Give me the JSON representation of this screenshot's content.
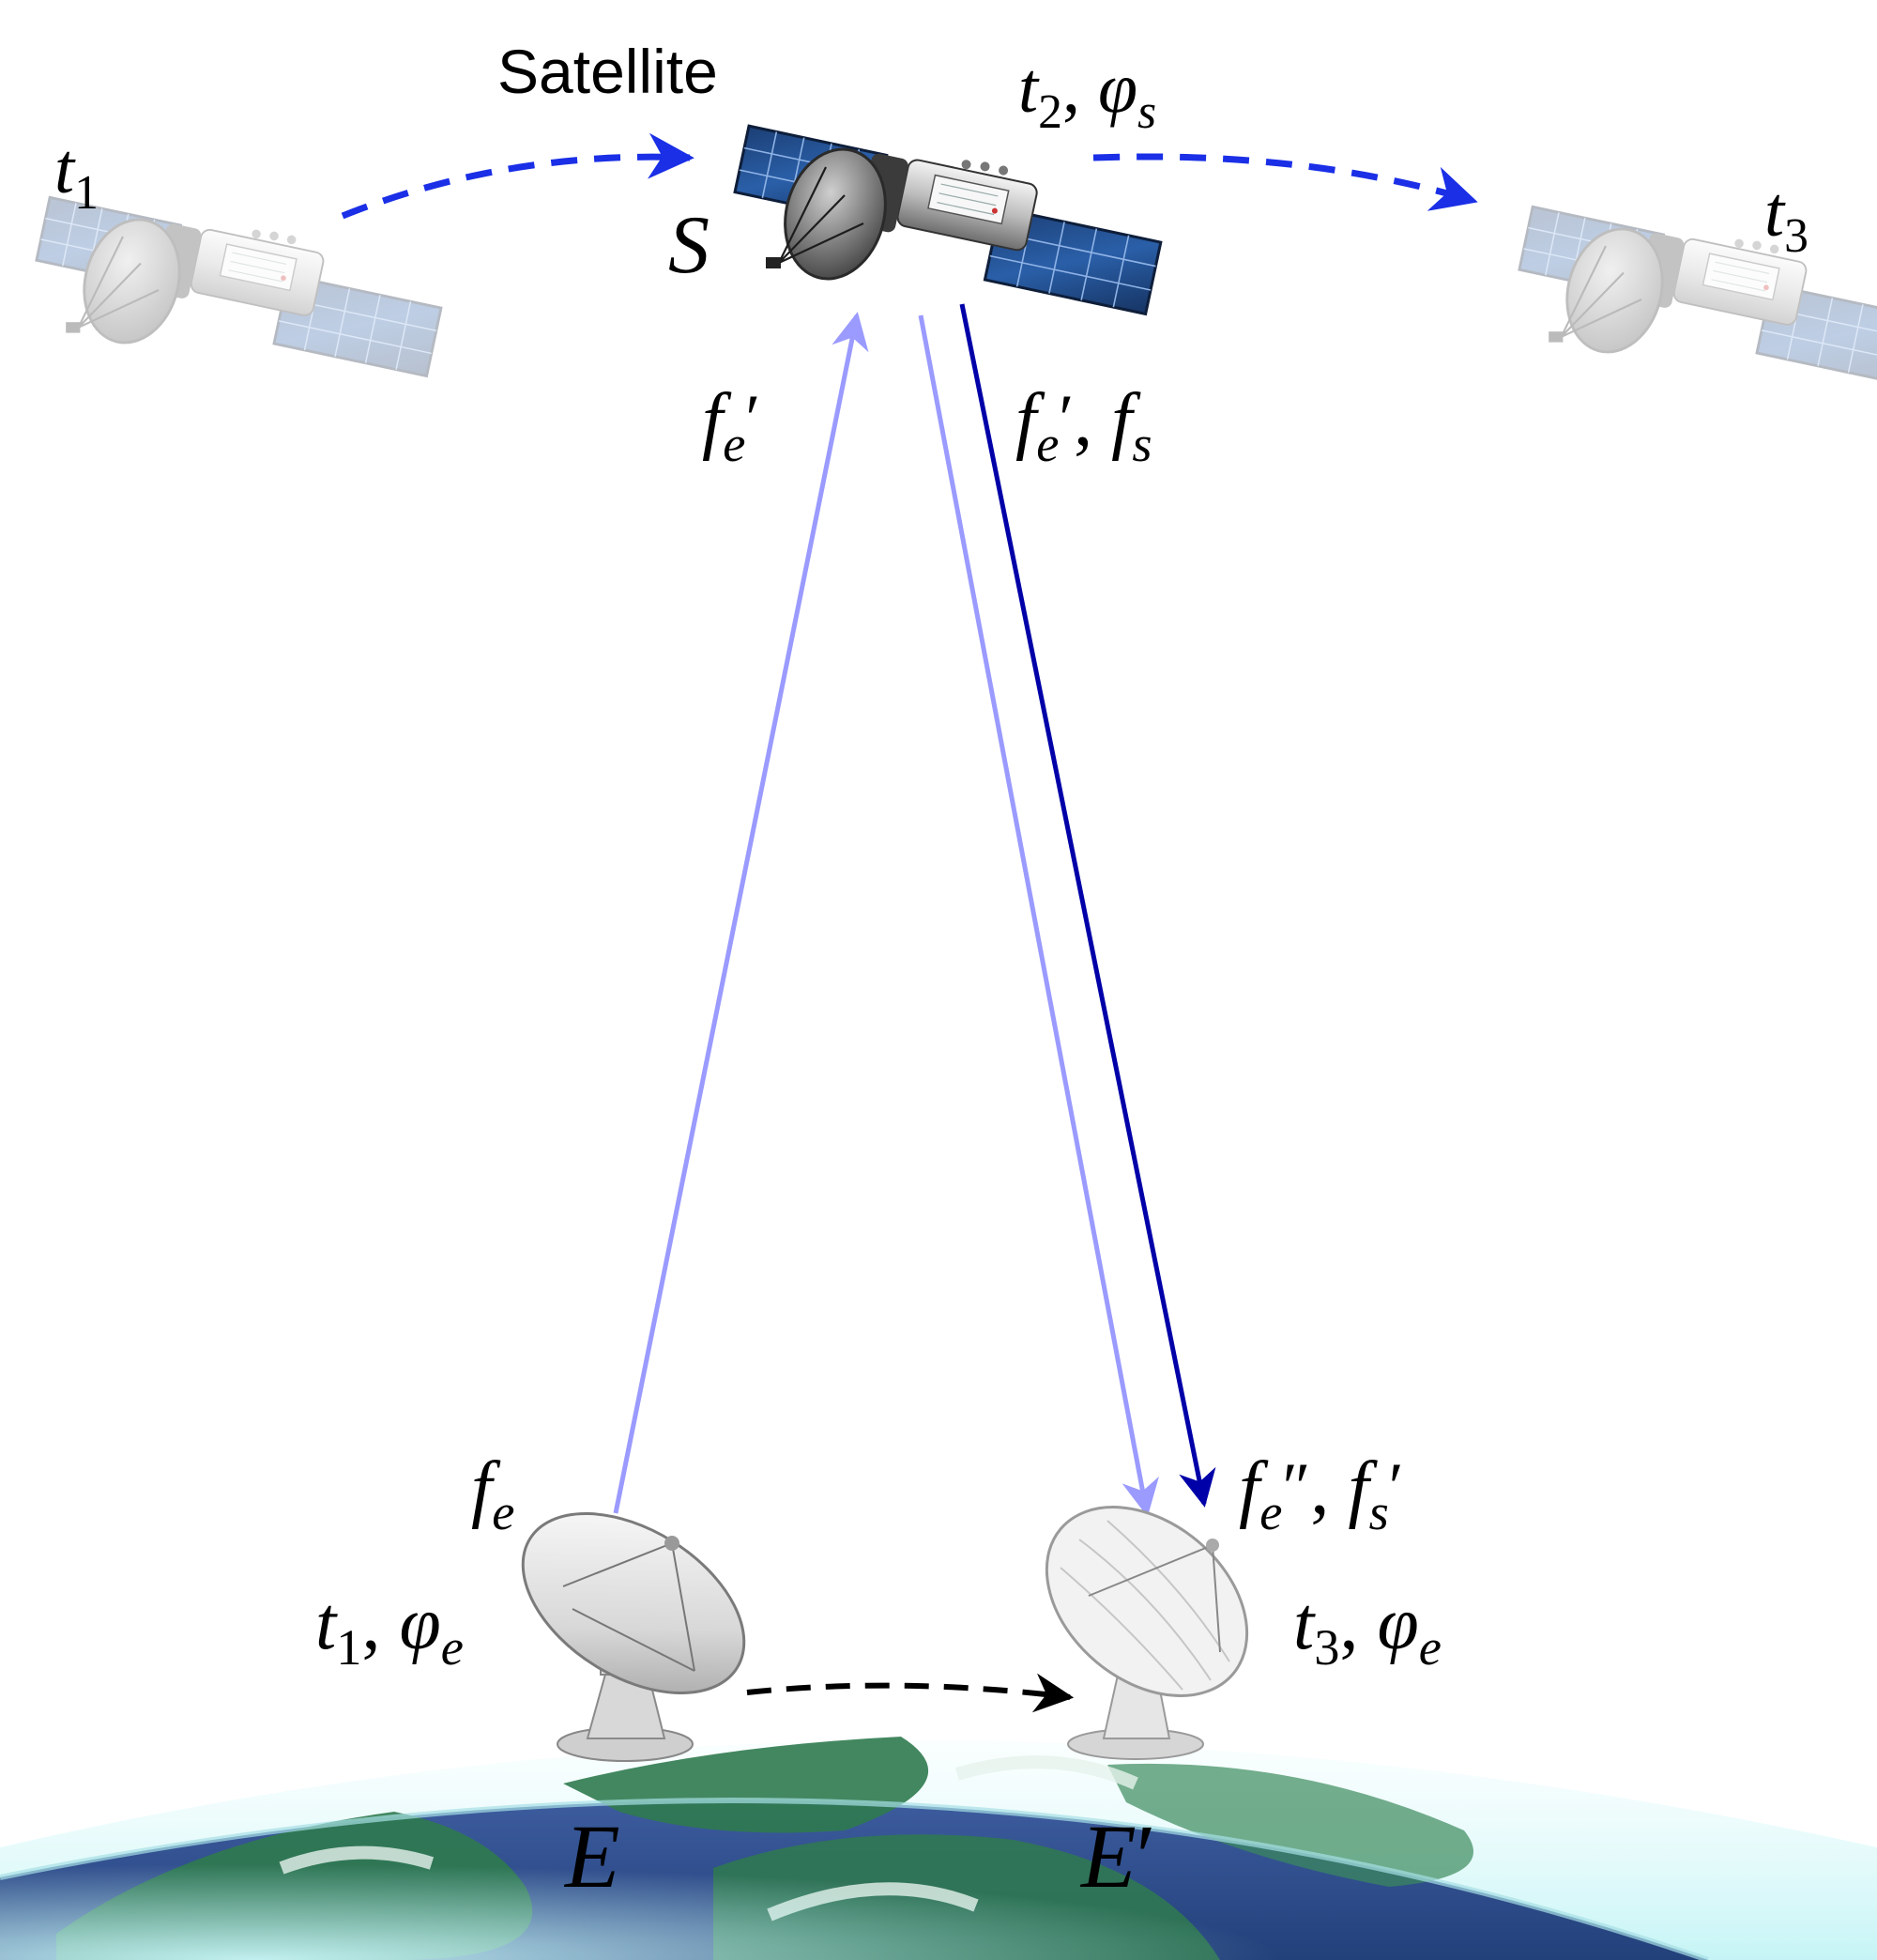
{
  "title": "Satellite",
  "colors": {
    "uplink": "#9a9aff",
    "downlink_dark": "#0000a8",
    "orbit_arrow": "#1a2fe6",
    "ground_arrow": "#000000",
    "ocean": "#2e4b8c",
    "land": "#2f7a4f",
    "atmosphere": "#bff3f5"
  },
  "satellites": [
    {
      "time_label": "t",
      "time_sub": "1",
      "state": "faded"
    },
    {
      "point_label": "S",
      "time_label": "t",
      "time_sub": "2",
      "phase_label": "φ",
      "phase_sub": "s",
      "state": "active"
    },
    {
      "time_label": "t",
      "time_sub": "3",
      "state": "faded"
    }
  ],
  "stations": [
    {
      "point_label": "E",
      "freq_label": "f",
      "freq_sub": "e",
      "time_label": "t",
      "time_sub": "1",
      "phase_label": "φ",
      "phase_sub": "e"
    },
    {
      "point_label": "E",
      "point_prime": "′",
      "freq_label": "f",
      "freq_sub": "e",
      "freq_prime": "″",
      "freq2_label": "f",
      "freq2_sub": "s",
      "freq2_prime": "′",
      "time_label": "t",
      "time_sub": "3",
      "phase_label": "φ",
      "phase_sub": "e"
    }
  ],
  "links": {
    "uplink": {
      "label": "f",
      "sub": "e",
      "prime": "′"
    },
    "downlink": {
      "label1": "f",
      "sub1": "e",
      "prime1": "′",
      "label2": "f",
      "sub2": "s"
    }
  },
  "separator": ","
}
